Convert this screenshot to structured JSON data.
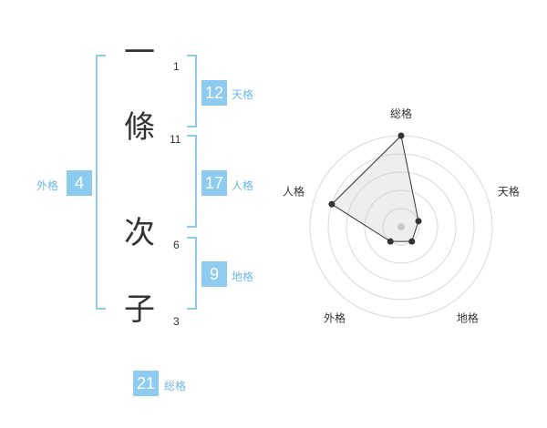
{
  "name_chars": [
    {
      "char": "一",
      "strokes": "1"
    },
    {
      "char": "條",
      "strokes": "11"
    },
    {
      "char": "次",
      "strokes": "6"
    },
    {
      "char": "子",
      "strokes": "3"
    }
  ],
  "fortunes": {
    "tenkaku": {
      "value": "12",
      "label": "天格"
    },
    "jinkaku": {
      "value": "17",
      "label": "人格"
    },
    "chikaku": {
      "value": "9",
      "label": "地格"
    },
    "gaikaku": {
      "value": "4",
      "label": "外格"
    },
    "soukaku": {
      "value": "21",
      "label": "総格"
    }
  },
  "colors": {
    "accent": "#8ecbf0",
    "accent_text": "#6fb8e6",
    "text": "#333333"
  },
  "chart_data": {
    "type": "radar",
    "axes": [
      "総格",
      "天格",
      "地格",
      "外格",
      "人格"
    ],
    "rings": 5,
    "range": [
      0,
      5
    ],
    "values": [
      5,
      1,
      1,
      1,
      4
    ]
  }
}
